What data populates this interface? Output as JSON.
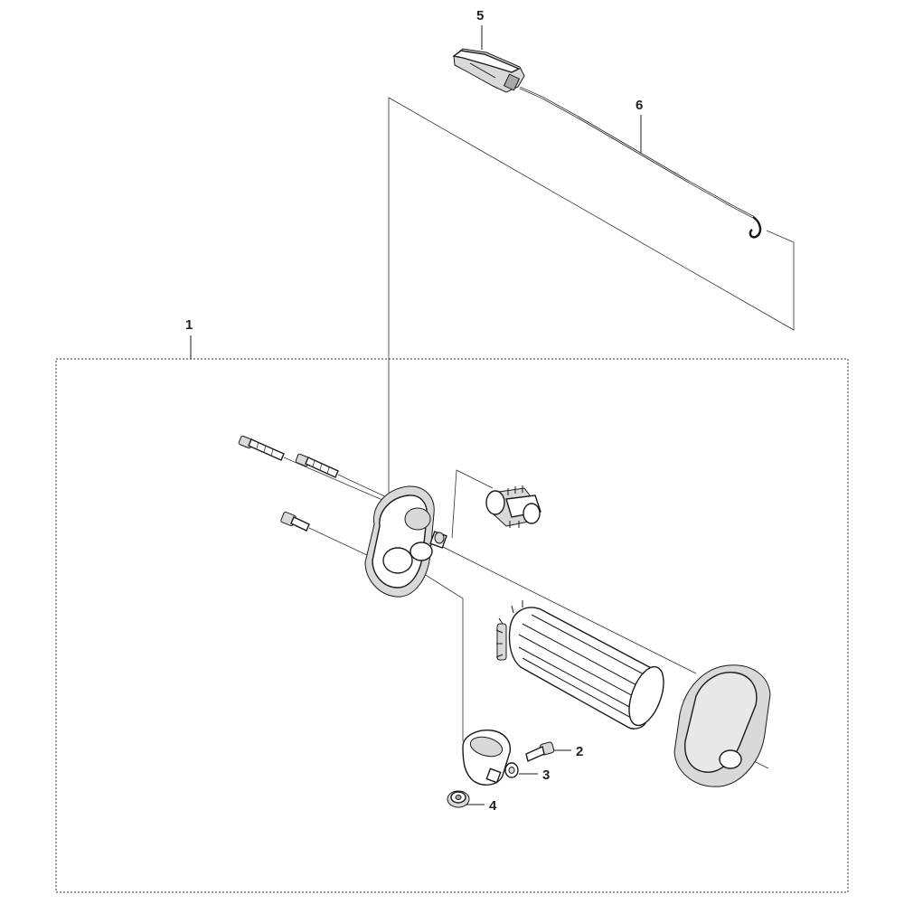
{
  "diagram": {
    "callouts": [
      {
        "id": "1",
        "label": "1"
      },
      {
        "id": "2",
        "label": "2"
      },
      {
        "id": "3",
        "label": "3"
      },
      {
        "id": "4",
        "label": "4"
      },
      {
        "id": "5",
        "label": "5"
      },
      {
        "id": "6",
        "label": "6"
      }
    ]
  },
  "colors": {
    "line": "#1a1a1a",
    "shade": "#d9d9d9",
    "background": "#ffffff"
  }
}
